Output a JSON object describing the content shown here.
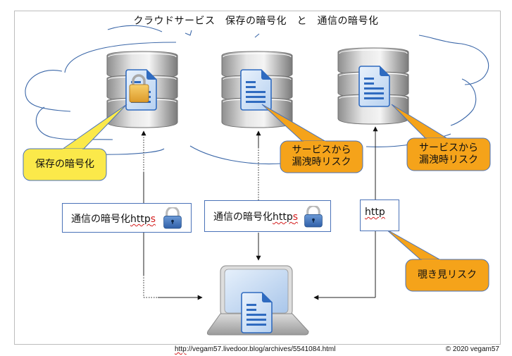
{
  "title": "クラウドサービス　保存の暗号化　と　通信の暗号化",
  "servers": [
    {
      "name": "encrypted-db",
      "icon": "document-lock-icon"
    },
    {
      "name": "plain-db-https",
      "icon": "document-icon"
    },
    {
      "name": "plain-db-http",
      "icon": "document-icon"
    }
  ],
  "callouts": {
    "storage_encryption": "保存の暗号化",
    "leak_risk_1_line1": "サービスから",
    "leak_risk_1_line2": "漏洩時リスク",
    "leak_risk_2_line1": "サービスから",
    "leak_risk_2_line2": "漏洩時リスク",
    "peek_risk": "覗き見リスク"
  },
  "connections": [
    {
      "prefix": "通信の暗号化",
      "protocol": "http",
      "suffix": "s",
      "icon": "padlock-icon"
    },
    {
      "prefix": "通信の暗号化",
      "protocol": "http",
      "suffix": "s",
      "icon": "padlock-icon"
    },
    {
      "prefix": "",
      "protocol": "http",
      "suffix": "",
      "icon": ""
    }
  ],
  "client": {
    "icon": "laptop-document-icon"
  },
  "colors": {
    "cloud_stroke": "#3b67a8",
    "yellow_callout": "#fbe94a",
    "orange_callout": "#f5a31a",
    "box_border": "#4a72b8"
  },
  "footer": {
    "url_prefix": "http",
    "url_rest": "://vegam57.livedoor.blog/archives/5541084.html",
    "copyright": "© 2020 vegam57"
  }
}
